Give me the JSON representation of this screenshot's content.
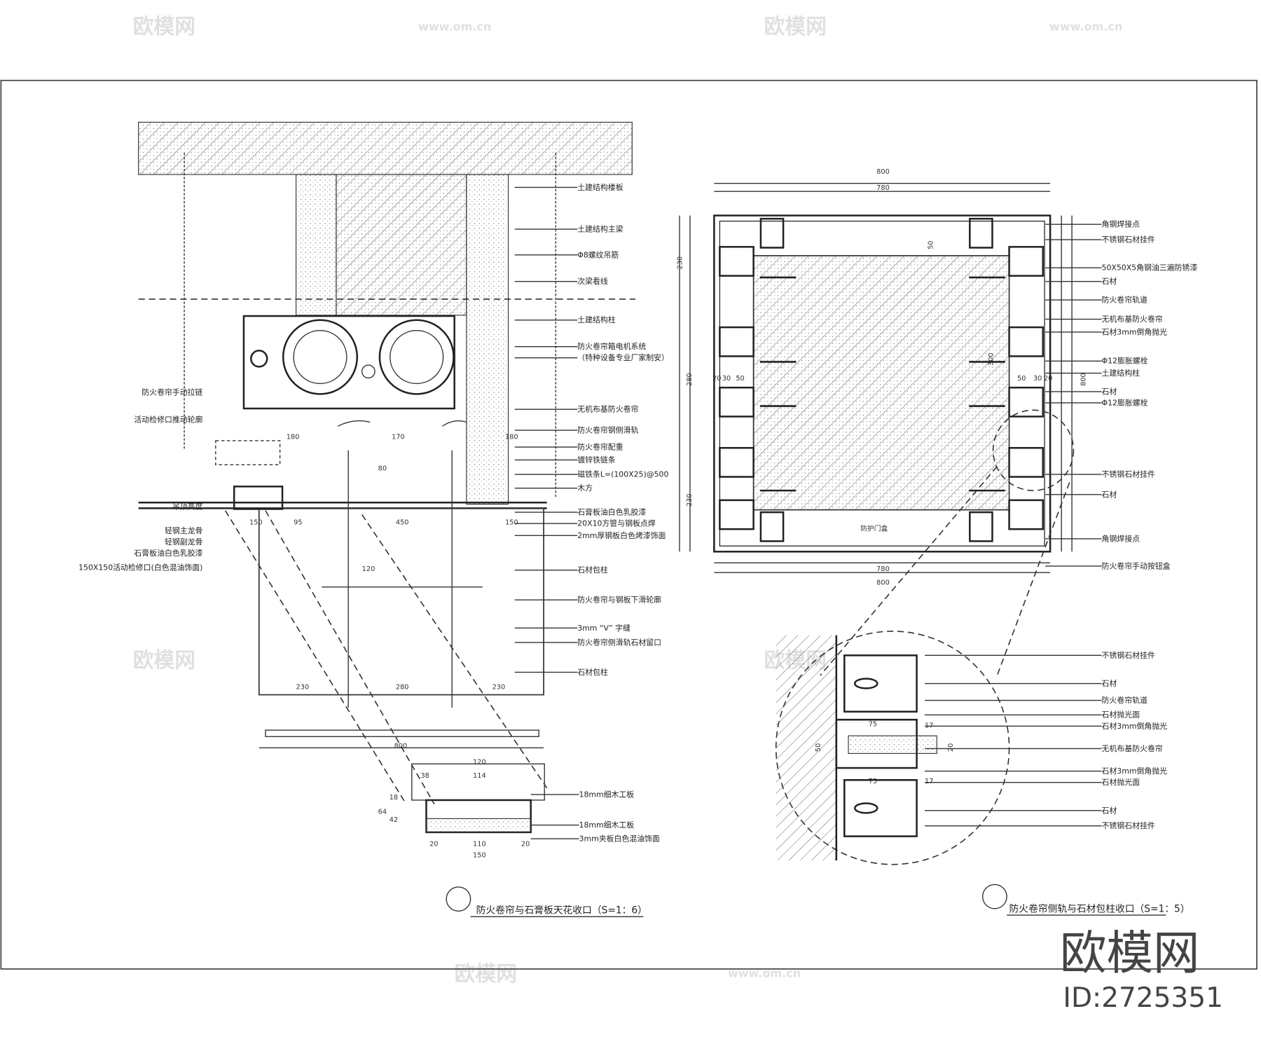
{
  "watermark": {
    "brand": "欧模网",
    "url": "www.om.cn",
    "logo_text": "欧模网",
    "id": "ID:2725351"
  },
  "detail1": {
    "title": "防火卷帘与石膏板天花收口（S=1：6）",
    "labels_right": [
      "土建结构楼板",
      "土建结构主梁",
      "Φ8螺纹吊筋",
      "次梁看线",
      "土建结构柱",
      "防火卷帘箱电机系统",
      "（特种设备专业厂家制安）",
      "无机布基防火卷帘",
      "防火卷帘钢侧滑轨",
      "防火卷帘配重",
      "镀锌铁链条",
      "磁铁条L=(100X25)@500",
      "木方",
      "石膏板油白色乳胶漆",
      "20X10方管与钢板点焊",
      "2mm厚钢板白色烤漆饰面",
      "石材包柱",
      "防火卷帘与钢板下滑轮廓",
      "3mm “V” 字缝",
      "防火卷帘侧滑轨石材留口",
      "石材包柱"
    ],
    "labels_left": [
      "防火卷帘手动拉链",
      "活动检修口推动轮廓",
      "吊顶高度",
      "轻钢主龙骨",
      "轻钢副龙骨",
      "石膏板油白色乳胶漆",
      "150X150活动检修口(白色混油饰面)"
    ],
    "dims": [
      "180",
      "170",
      "180",
      "150",
      "95",
      "450",
      "150",
      "120",
      "80",
      "230",
      "280",
      "230",
      "800"
    ],
    "sub_detail": {
      "labels": [
        "18mm细木工板",
        "18mm细木工板",
        "3mm夹板白色混油饰面"
      ],
      "dims": [
        "120",
        "38",
        "114",
        "20",
        "110",
        "20",
        "150",
        "18",
        "64",
        "42"
      ]
    }
  },
  "detail2": {
    "title": "防火卷帘侧轨与石材包柱收口（S=1：5）",
    "labels": [
      "角钢焊接点",
      "不锈钢石材挂件",
      "50X50X5角钢油三遍防锈漆",
      "石材",
      "防火卷帘轨道",
      "无机布基防火卷帘",
      "石材3mm倒角抛光",
      "Φ12膨胀螺栓",
      "土建结构柱",
      "石材",
      "Φ12膨胀螺栓",
      "不锈钢石材挂件",
      "石材",
      "角钢焊接点",
      "防火卷帘手动按钮盒"
    ],
    "dims": [
      "800",
      "780",
      "800",
      "780",
      "230",
      "280",
      "230",
      "800",
      "50",
      "30",
      "20",
      "50",
      "30",
      "20",
      "300",
      "防护门盒",
      "50"
    ],
    "circle_labels": [
      "不锈钢石材挂件",
      "石材",
      "防火卷帘轨道",
      "石材抛光面",
      "石材3mm倒角抛光",
      "无机布基防火卷帘",
      "石材3mm倒角抛光",
      "石材抛光面",
      "石材",
      "不锈钢石材挂件"
    ],
    "circle_dims": [
      "75",
      "17",
      "50",
      "20",
      "75",
      "17"
    ]
  }
}
